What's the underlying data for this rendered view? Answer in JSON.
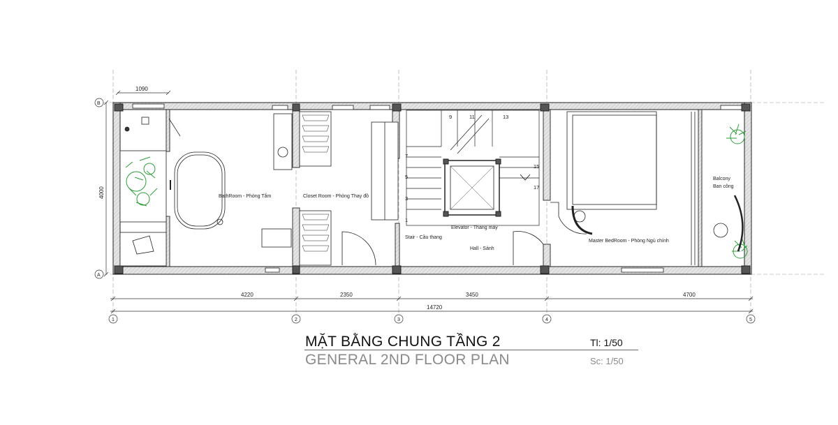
{
  "title": {
    "vietnamese": "MẶT BẰNG CHUNG TẦNG 2",
    "english": "GENERAL 2ND FLOOR PLAN",
    "scale_vn": "Tl: 1/50",
    "scale_en": "Sc: 1/50"
  },
  "rooms": {
    "bathroom": "BathRoom - Phòng Tắm",
    "closet": "Closet Room - Phòng Thay đồ",
    "stair": "Stair - Cầu thang",
    "elevator": "Elevator - Thang máy",
    "hall": "Hall - Sảnh",
    "master": "Master BedRoom - Phòng Ngủ chính",
    "balcony_en": "Balcony",
    "balcony_vn": "Ban công"
  },
  "dimensions": {
    "top": "1090",
    "side": "4000",
    "bottom": [
      "4220",
      "2350",
      "3450",
      "4700"
    ],
    "total": "14720"
  },
  "grid": {
    "cols": [
      "1",
      "2",
      "3",
      "4",
      "5"
    ],
    "rows": [
      "B",
      "A"
    ]
  },
  "stair_steps": [
    "1",
    "3",
    "5",
    "7",
    "9",
    "11",
    "13",
    "15",
    "17"
  ],
  "colors": {
    "plant": "#2e9d3a",
    "wall": "#d9d9d9",
    "line": "#222222"
  }
}
